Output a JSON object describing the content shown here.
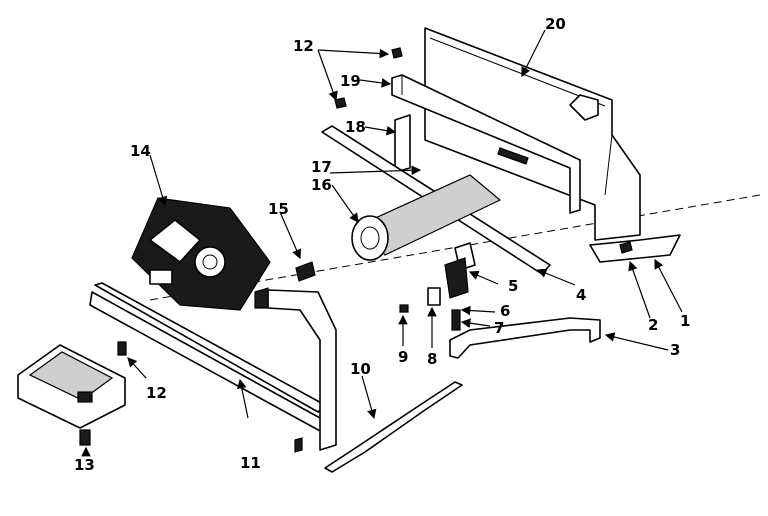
{
  "callouts": {
    "c1": "1",
    "c2": "2",
    "c3": "3",
    "c4": "4",
    "c5": "5",
    "c6": "6",
    "c7": "7",
    "c8": "8",
    "c9": "9",
    "c10": "10",
    "c11": "11",
    "c12a": "12",
    "c12b": "12",
    "c13": "13",
    "c14": "14",
    "c15": "15",
    "c16": "16",
    "c17": "17",
    "c18": "18",
    "c19": "19",
    "c20": "20"
  }
}
